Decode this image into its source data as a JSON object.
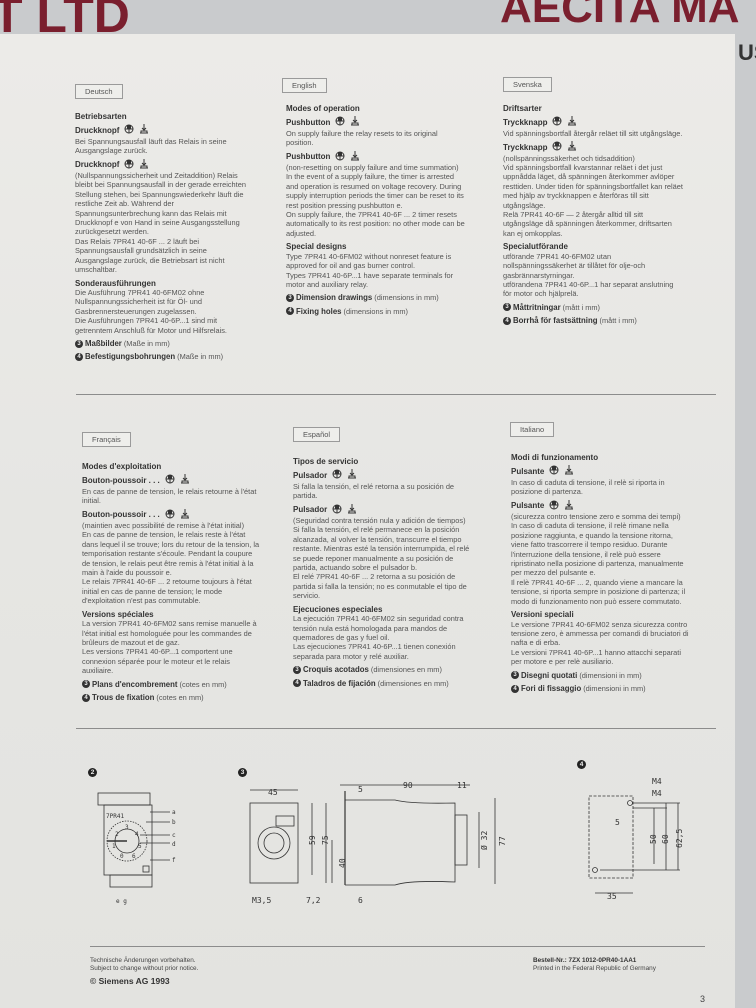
{
  "background": {
    "watermark_left": "T LTD",
    "watermark_right": "AECITA MA",
    "watermark_edge": "US",
    "watermark_color": "#7a1f2e"
  },
  "columns": [
    {
      "lang": "Deutsch",
      "heading": "Betriebsarten",
      "sections": [
        {
          "title": "Druckknopf",
          "paras": [
            "Bei Spannungsausfall läuft das Relais in seine Ausgangslage zurück."
          ]
        },
        {
          "title": "Druckknopf",
          "paras": [
            "(Nullspannungssicherheit und Zeitaddition) Relais bleibt bei Spannungsausfall in der gerade erreichten Stellung stehen, bei Spannungswiederkehr läuft die restliche Zeit ab. Während der Spannungsunterbrechung kann das Relais mit Druckknopf e von Hand in seine Ausgangsstellung zurückgesetzt werden.",
            "Das Relais 7PR41 40-6F ... 2 läuft bei Spannungsausfall grundsätzlich in seine Ausgangslage zurück, die Betriebsart ist nicht umschaltbar."
          ]
        }
      ],
      "special_title": "Sonderausführungen",
      "special_paras": [
        "Die Ausführung 7PR41 40-6FM02 ohne Nullspannungssicherheit ist für Öl- und Gasbrennersteuerungen zugelassen.",
        "Die Ausführungen 7PR41 40-6P...1 sind mit getrenntem Anschluß für Motor und Hilfsrelais."
      ],
      "refs": [
        {
          "num": "3",
          "bold": "Maßbilder",
          "rest": "(Maße in mm)"
        },
        {
          "num": "4",
          "bold": "Befestigungsbohrungen",
          "rest": "(Maße in mm)"
        }
      ]
    },
    {
      "lang": "English",
      "heading": "Modes of operation",
      "sections": [
        {
          "title": "Pushbutton",
          "paras": [
            "On supply failure the relay resets to its original position."
          ]
        },
        {
          "title": "Pushbutton",
          "paras": [
            "(non-resetting on supply failure and time summation)",
            "In the event of a supply failure, the timer is arrested and operation is resumed on voltage recovery. During supply interruption periods the timer can be reset to its rest position pressing pushbutton e.",
            "On supply failure, the 7PR41 40-6F ... 2 timer resets automatically to its rest position: no other mode can be adjusted."
          ]
        }
      ],
      "special_title": "Special designs",
      "special_paras": [
        "Type 7PR41 40-6FM02 without nonreset feature is approved for oil and gas burner control.",
        "Types 7PR41 40-6P...1 have separate terminals for motor and auxiliary relay."
      ],
      "refs": [
        {
          "num": "3",
          "bold": "Dimension drawings",
          "rest": "(dimensions in mm)"
        },
        {
          "num": "4",
          "bold": "Fixing holes",
          "rest": "(dimensions in mm)"
        }
      ]
    },
    {
      "lang": "Svenska",
      "heading": "Driftsarter",
      "sections": [
        {
          "title": "Tryckknapp",
          "paras": [
            "Vid spänningsbortfall återgår reläet till sitt utgångsläge."
          ]
        },
        {
          "title": "Tryckknapp",
          "paras": [
            "(nollspänningssäkerhet och tidsaddition)",
            "Vid spänningsbortfall kvarstannar reläet i det just uppnådda läget, då spänningen återkommer avlöper resttiden. Under tiden för spänningsbortfallet kan reläet med hjälp av tryckknappen e återföras till sitt utgångsläge.",
            "Relä 7PR41 40-6F — 2 återgår alltid till sitt utgångsläge då spänningen återkommer, driftsarten kan ej omkopplas."
          ]
        }
      ],
      "special_title": "Specialutförande",
      "special_paras": [
        "utförande 7PR41 40-6FM02 utan nollspänningssäkerhet är tillåtet för olje-och gasbrännarstyrningar.",
        "utförandena 7PR41 40-6P...1 har separat anslutning för motor och hjälprelä."
      ],
      "refs": [
        {
          "num": "3",
          "bold": "Måttritningar",
          "rest": "(mått i mm)"
        },
        {
          "num": "4",
          "bold": "Borrhå för fastsättning",
          "rest": "(mått i mm)"
        }
      ]
    },
    {
      "lang": "Français",
      "heading": "Modes d'exploitation",
      "sections": [
        {
          "title": "Bouton-poussoir . . .",
          "paras": [
            "En cas de panne de tension, le relais retourne à l'état initial."
          ]
        },
        {
          "title": "Bouton-poussoir . . .",
          "paras": [
            "(maintien avec possibilité de remise à l'état initial)",
            "En cas de panne de tension, le relais reste à l'état dans lequel il se trouve; lors du retour de la tension, la temporisation restante s'écoule. Pendant la coupure de tension, le relais peut être remis à l'état initial à la main à l'aide du poussoir e.",
            "Le relais 7PR41 40-6F ... 2 retourne toujours à l'état initial en cas de panne de tension; le mode d'exploitation n'est pas commutable."
          ]
        }
      ],
      "special_title": "Versions spéciales",
      "special_paras": [
        "La version 7PR41 40-6FM02 sans remise manuelle à l'état initial est homologuée pour les commandes de brûleurs de mazout et de gaz.",
        "Les versions 7PR41 40-6P...1 comportent une connexion séparée pour le moteur et le relais auxiliaire."
      ],
      "refs": [
        {
          "num": "3",
          "bold": "Plans d'encombrement",
          "rest": "(cotes en mm)"
        },
        {
          "num": "4",
          "bold": "Trous de fixation",
          "rest": "(cotes en mm)"
        }
      ]
    },
    {
      "lang": "Español",
      "heading": "Tipos de servicio",
      "sections": [
        {
          "title": "Pulsador",
          "paras": [
            "Si falla la tensión, el relé retorna a su posición de partida."
          ]
        },
        {
          "title": "Pulsador",
          "paras": [
            "(Seguridad contra tensión nula y adición de tiempos) Si falla la tensión, el relé permanece en la posición alcanzada, al volver la tensión, transcurre el tiempo restante. Mientras esté la tensión interrumpida, el relé se puede reponer manualmente a su posición de partida, actuando sobre el pulsador b.",
            "El relé 7PR41 40-6F ... 2 retorna a su posición de partida si falla la tensión; no es conmutable el tipo de servicio."
          ]
        }
      ],
      "special_title": "Ejecuciones especiales",
      "special_paras": [
        "La ejecución 7PR41 40-6FM02 sin seguridad contra tensión nula está homologada para mandos de quemadores de gas y fuel oil.",
        "Las ejecuciones 7PR41 40-6P...1 tienen conexión separada para motor y relé auxiliar."
      ],
      "refs": [
        {
          "num": "3",
          "bold": "Croquis acotados",
          "rest": "(dimensiones en mm)"
        },
        {
          "num": "4",
          "bold": "Taladros de fijación",
          "rest": "(dimensiones en mm)"
        }
      ]
    },
    {
      "lang": "Italiano",
      "heading": "Modi di funzionamento",
      "sections": [
        {
          "title": "Pulsante",
          "paras": [
            "In caso di caduta di tensione, il relè si riporta in posizione di partenza."
          ]
        },
        {
          "title": "Pulsante",
          "paras": [
            "(sicurezza contro tensione zero e somma dei tempi)",
            "In caso di caduta di tensione, il relè rimane nella posizione raggiunta, e quando la tensione ritorna, viene fatto trascorrere il tempo residuo. Durante l'interruzione della tensione, il relè può essere ripristinato nella posizione di partenza, manualmente per mezzo del pulsante e.",
            "Il relè 7PR41 40-6F ... 2, quando viene a mancare la tensione, si riporta sempre in posizione di partenza; il modo di funzionamento non può essere commutato."
          ]
        }
      ],
      "special_title": "Versioni speciali",
      "special_paras": [
        "Le versione 7PR41 40-6FM02 senza sicurezza contro tensione zero, è ammessa per comandi di bruciatori di nafta e di erba.",
        "Le versioni 7PR41 40-6P...1 hanno attacchi separati per motore e per relè ausiliario."
      ],
      "refs": [
        {
          "num": "3",
          "bold": "Disegni quotati",
          "rest": "(dimensioni in mm)"
        },
        {
          "num": "4",
          "bold": "Fori di fissaggio",
          "rest": "(dimensioni in mm)"
        }
      ]
    }
  ],
  "figures": {
    "fig2": {
      "num": "2",
      "model": "7PR41",
      "labels": [
        "a",
        "b",
        "c",
        "d",
        "f"
      ],
      "bottom_labels": "e  g",
      "dial": [
        "1",
        "2",
        "3",
        "4",
        "5",
        "6",
        "0"
      ]
    },
    "fig3": {
      "num": "3",
      "dims": {
        "width": "45",
        "h59": "59",
        "h75": "75",
        "h40": "40",
        "screw": "M3,5",
        "pitch": "7,2",
        "six": "6",
        "five": "5",
        "depth": "90",
        "eleven": "11",
        "dia": "Ø 32",
        "h77": "77"
      }
    },
    "fig4": {
      "num": "4",
      "dims": {
        "m4a": "M4",
        "m4b": "M4",
        "five": "5",
        "h50": "50",
        "h60": "60",
        "h625": "62,5",
        "w35": "35"
      }
    }
  },
  "footer": {
    "left1": "Technische Änderungen vorbehalten.",
    "left2": "Subject to change without prior notice.",
    "copyright": "© Siemens AG 1993",
    "order": "Bestell-Nr.: 7ZX 1012-0PR40-1AA1",
    "printed": "Printed in the Federal Republic of Germany",
    "page": "3"
  }
}
